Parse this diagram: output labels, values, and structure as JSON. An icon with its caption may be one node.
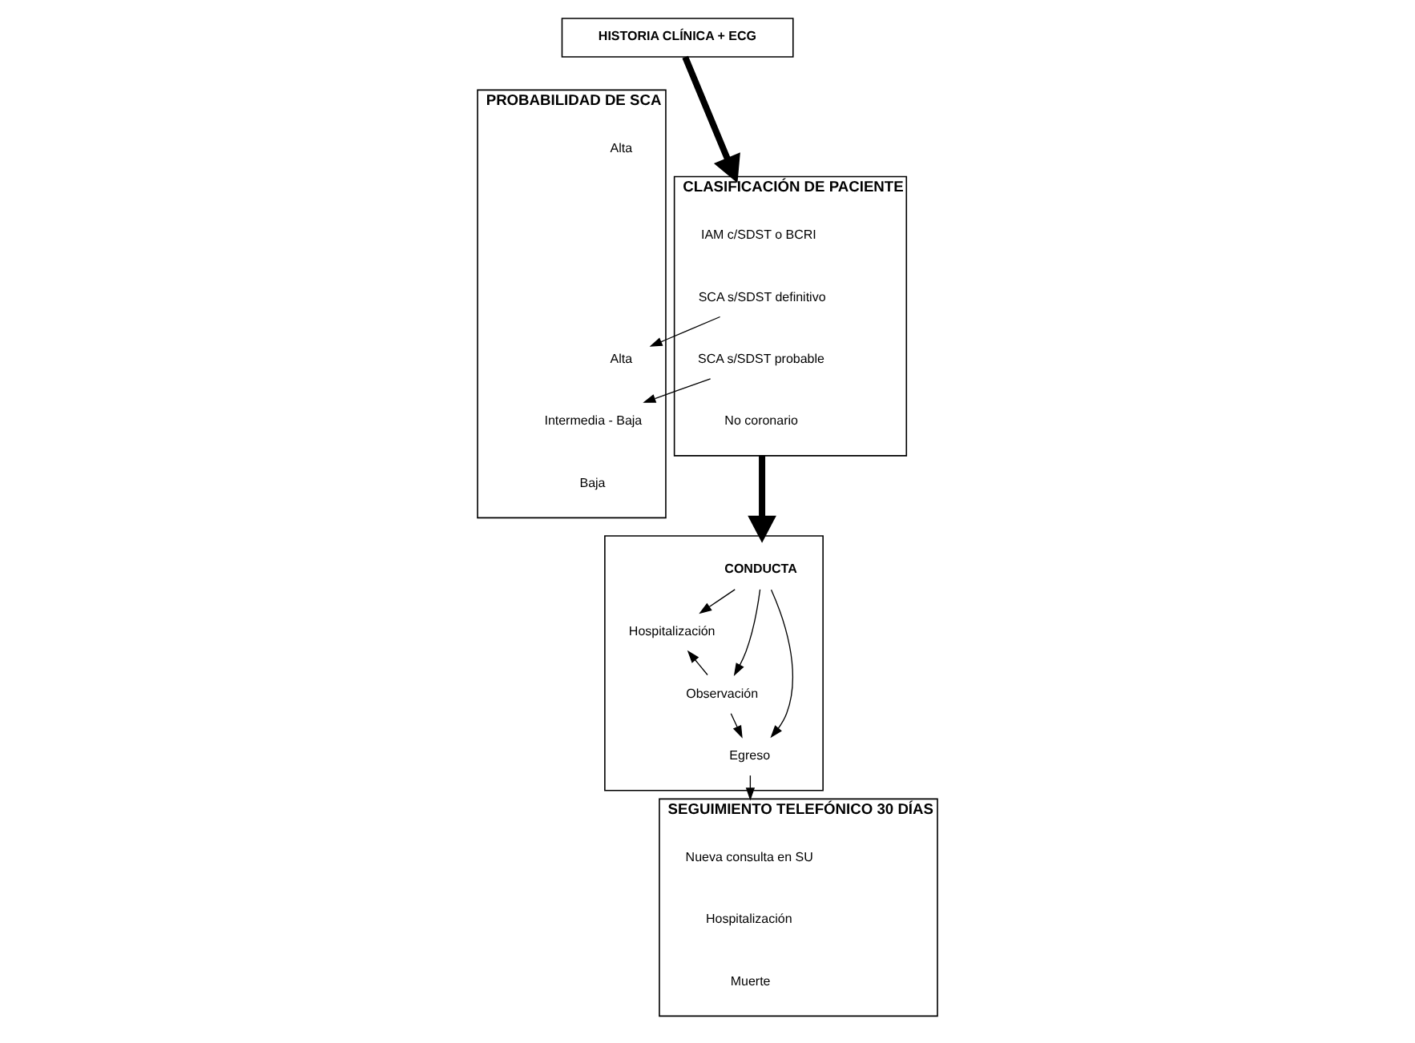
{
  "diagram": {
    "nodes": [
      {
        "text": [
          "HISTORIA CLÍNICA + ECG"
        ]
      },
      {
        "text": [
          "CLASIFICACIÓN DE PACIENTE"
        ]
      },
      {
        "text": [
          "IAM c/SDST o BCRI"
        ],
        "in": 1
      },
      {
        "text": [
          "SCA s/SDST definitivo"
        ],
        "in": 1
      },
      {
        "text": [
          "SCA s/SDST probable"
        ],
        "in": 1
      },
      {
        "text": [
          "No coronario"
        ],
        "in": 1
      },
      {
        "text": [
          "PROBABILIDAD DE SCA"
        ]
      },
      {
        "text": [
          "Alta"
        ],
        "in": 6
      },
      {
        "text": [
          "Alta"
        ],
        "in": 6
      },
      {
        "text": [
          "Intermedia - Baja"
        ],
        "in": 6
      },
      {
        "text": [
          "Baja"
        ],
        "in": 6
      },
      {
        "text": [],
        "shape": "box"
      },
      {
        "text": [
          "CONDUCTA"
        ],
        "in": 11
      },
      {
        "text": [
          "Hospitalización"
        ],
        "in": 11
      },
      {
        "text": [
          "Observación"
        ],
        "in": 11
      },
      {
        "text": [
          "Egreso"
        ],
        "in": 11
      },
      {
        "text": [
          "SEGUIMIENTO TELEFÓNICO 30 DÍAS"
        ]
      },
      {
        "text": [
          "Nueva consulta en SU"
        ],
        "in": 16
      },
      {
        "text": [
          "Hospitalización"
        ],
        "in": 16
      },
      {
        "text": [
          "Muerte"
        ],
        "in": 16
      }
    ],
    "edges": [
      {
        "from": 0,
        "to": 1,
        "arrow": "to",
        "style": "thick"
      },
      {
        "from": 1,
        "to": 11,
        "arrow": "to",
        "style": "thick"
      },
      {
        "from": 3,
        "to": 8,
        "arrow": "to"
      },
      {
        "from": 4,
        "to": 9,
        "arrow": "to"
      },
      {
        "from": 12,
        "to": 13,
        "arrow": "to"
      },
      {
        "from": 12,
        "to": 14,
        "arrow": "to"
      },
      {
        "from": 12,
        "to": 15,
        "arrow": "to"
      },
      {
        "from": 14,
        "to": 13,
        "arrow": "to"
      },
      {
        "from": 14,
        "to": 15,
        "arrow": "to"
      },
      {
        "from": 15,
        "to": 16,
        "arrow": "to"
      }
    ]
  }
}
